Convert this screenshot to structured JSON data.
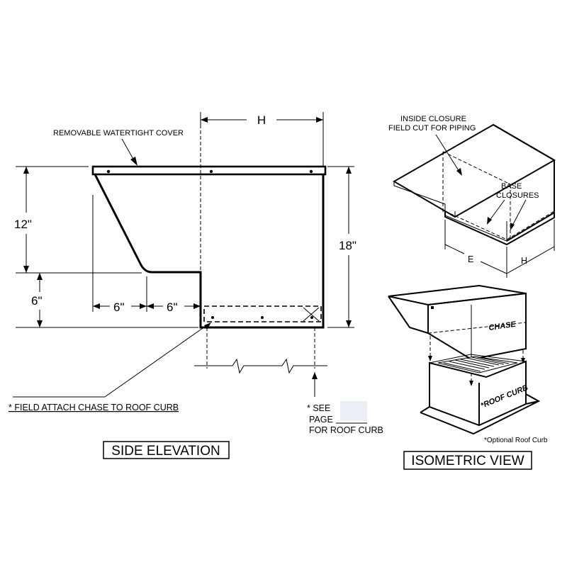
{
  "side_elevation": {
    "title": "SIDE ELEVATION",
    "cover_label": "REMOVABLE WATERTIGHT COVER",
    "dim_h": "H",
    "dim_12": "12\"",
    "dim_6_vertical": "6\"",
    "dim_18": "18\"",
    "dim_6_left": "6\"",
    "dim_6_right": "6\"",
    "field_attach_note": "* FIELD ATTACH CHASE TO ROOF CURB",
    "see_page_line1": "* SEE",
    "see_page_line2": "PAGE",
    "see_page_line3": "FOR ROOF CURB"
  },
  "isometric_view": {
    "title": "ISOMETRIC VIEW",
    "inside_closure_line1": "INSIDE CLOSURE",
    "inside_closure_line2": "FIELD CUT FOR PIPING",
    "base_closures_line1": "BASE",
    "base_closures_line2": "CLOSURES",
    "dim_e": "E",
    "dim_h": "H",
    "chase_label": "CHASE",
    "roof_curb_label": "*ROOF CURB",
    "optional_note": "*Optional Roof Curb"
  }
}
